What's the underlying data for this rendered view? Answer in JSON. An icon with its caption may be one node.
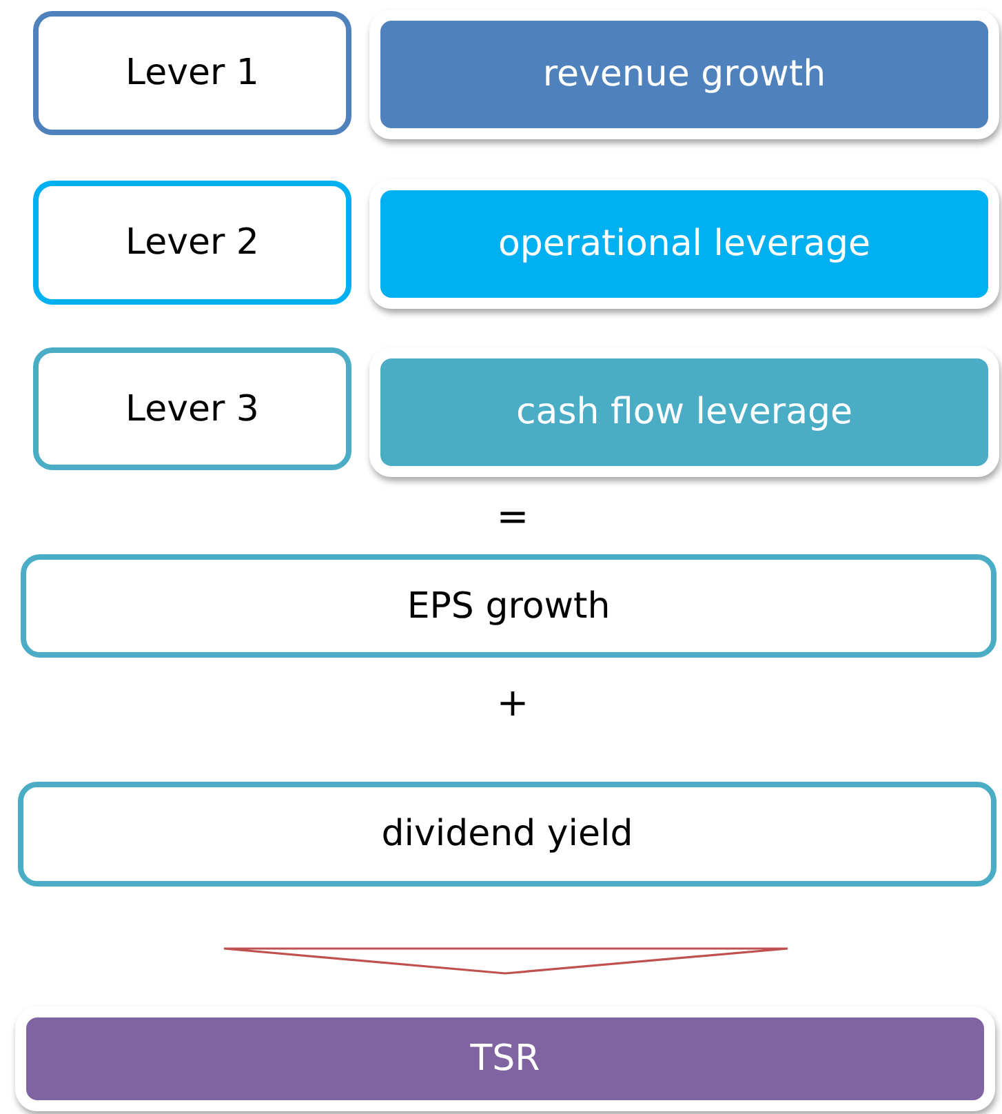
{
  "diagram": {
    "nodes": [
      {
        "text": [
          "Lever 1"
        ]
      },
      {
        "text": [
          "revenue growth"
        ]
      },
      {
        "text": [
          "Lever 2"
        ]
      },
      {
        "text": [
          "operational leverage"
        ]
      },
      {
        "text": [
          "Lever 3"
        ]
      },
      {
        "text": [
          "cash flow leverage"
        ]
      },
      {
        "text": [
          "EPS growth"
        ]
      },
      {
        "text": [
          "dividend yield"
        ]
      },
      {
        "text": [
          "TSR"
        ]
      }
    ],
    "edges": [
      {
        "from": 7,
        "to": 8,
        "arrow": "to"
      }
    ],
    "labels": [
      "=",
      "+"
    ]
  }
}
